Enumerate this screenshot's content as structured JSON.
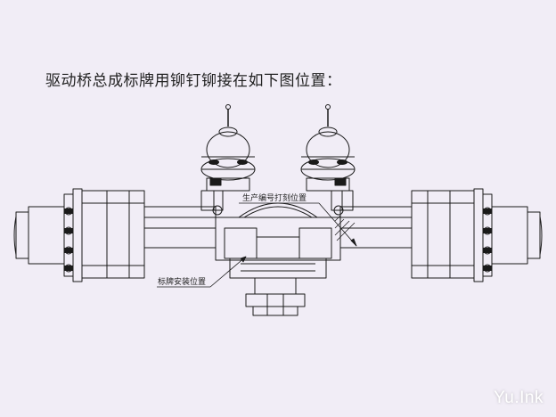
{
  "page": {
    "title": "驱动桥总成标牌用铆钉铆接在如下图位置："
  },
  "diagram": {
    "labels": {
      "serial_number_position": "生产编号打刻位置",
      "nameplate_position": "标牌安装位置"
    },
    "line_color": "#1a1a1a",
    "background": "#f1edf6"
  },
  "watermark": {
    "text": "Yu.Ink"
  }
}
